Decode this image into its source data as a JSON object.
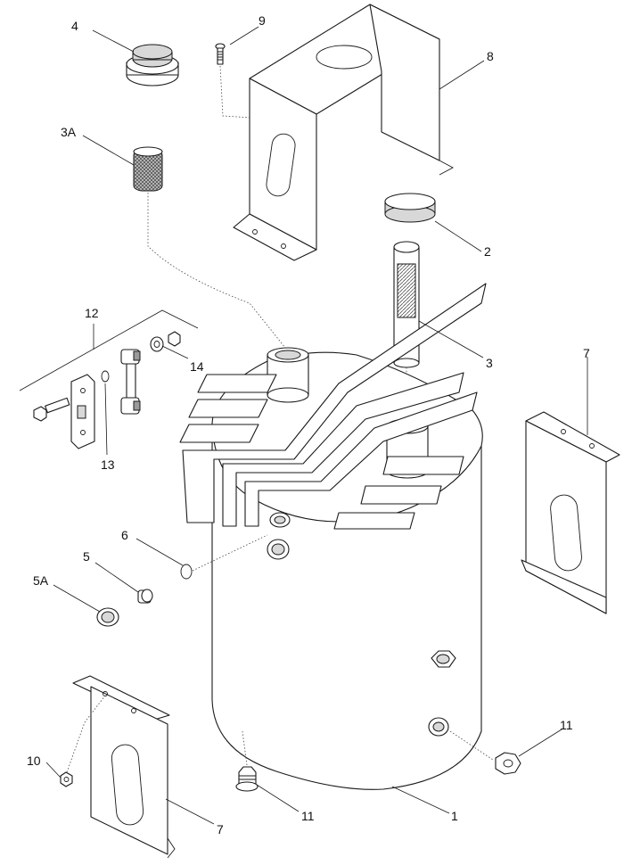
{
  "diagram": {
    "callouts": {
      "c1": "1",
      "c2": "2",
      "c3": "3",
      "c3a": "3A",
      "c4": "4",
      "c5": "5",
      "c5a": "5A",
      "c6": "6",
      "c7_right": "7",
      "c7_bottom": "7",
      "c8": "8",
      "c9": "9",
      "c10": "10",
      "c11_right": "11",
      "c11_bottom": "11",
      "c12": "12",
      "c13": "13",
      "c14": "14"
    }
  }
}
